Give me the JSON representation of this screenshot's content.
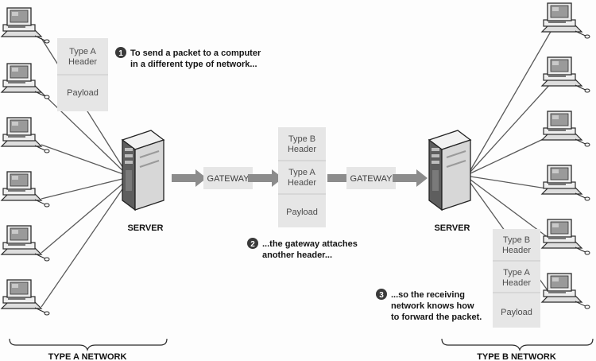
{
  "colors": {
    "ink": "#2b2b2b",
    "link_line": "#5a5a5a",
    "arrow": "#8c8c8c",
    "packet": "#e6e6e6",
    "packet_edge": "#c8c8c8",
    "marker": "#3a3a3a"
  },
  "networks": {
    "left_label": "TYPE A NETWORK",
    "right_label": "TYPE B NETWORK"
  },
  "servers": {
    "left_label": "SERVER",
    "right_label": "SERVER"
  },
  "gateways": {
    "first_label": "GATEWAY",
    "second_label": "GATEWAY"
  },
  "packets": {
    "origin": {
      "header_a": [
        "Type A",
        "Header"
      ],
      "payload": "Payload"
    },
    "middle": {
      "header_b": [
        "Type B",
        "Header"
      ],
      "header_a": [
        "Type A",
        "Header"
      ],
      "payload": "Payload"
    },
    "final": {
      "header_b": [
        "Type B",
        "Header"
      ],
      "header_a": [
        "Type A",
        "Header"
      ],
      "payload": "Payload"
    }
  },
  "steps": [
    {
      "number": "1",
      "lines": [
        "To send a packet to a computer",
        "in a different type of network..."
      ]
    },
    {
      "number": "2",
      "lines": [
        "...the gateway attaches",
        "another header..."
      ]
    },
    {
      "number": "3",
      "lines": [
        "...so the receiving",
        "network knows how",
        "to forward the packet."
      ]
    }
  ],
  "icons": {
    "computer": "desktop-computer-icon",
    "server": "tower-server-icon"
  }
}
